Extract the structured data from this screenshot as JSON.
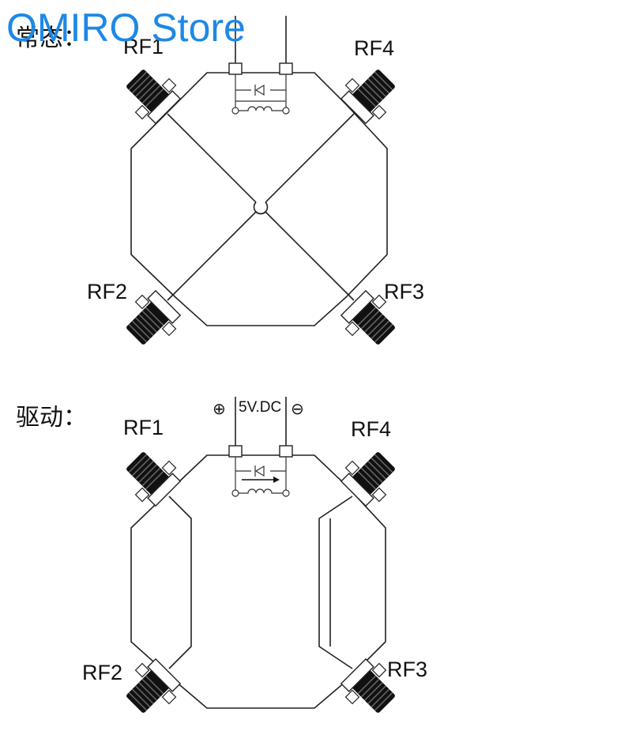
{
  "watermark": "OMIRO Store",
  "panels": [
    {
      "state_label": "常态：",
      "ports": [
        "RF1",
        "RF2",
        "RF3",
        "RF4"
      ]
    },
    {
      "state_label": "驱动：",
      "ports": [
        "RF1",
        "RF2",
        "RF3",
        "RF4"
      ],
      "voltage": "5V.DC",
      "plus_symbol": "⊕",
      "minus_symbol": "⊖"
    }
  ],
  "colors": {
    "watermark": "#1e88e5",
    "line": "#222222",
    "connector": "#111111"
  }
}
